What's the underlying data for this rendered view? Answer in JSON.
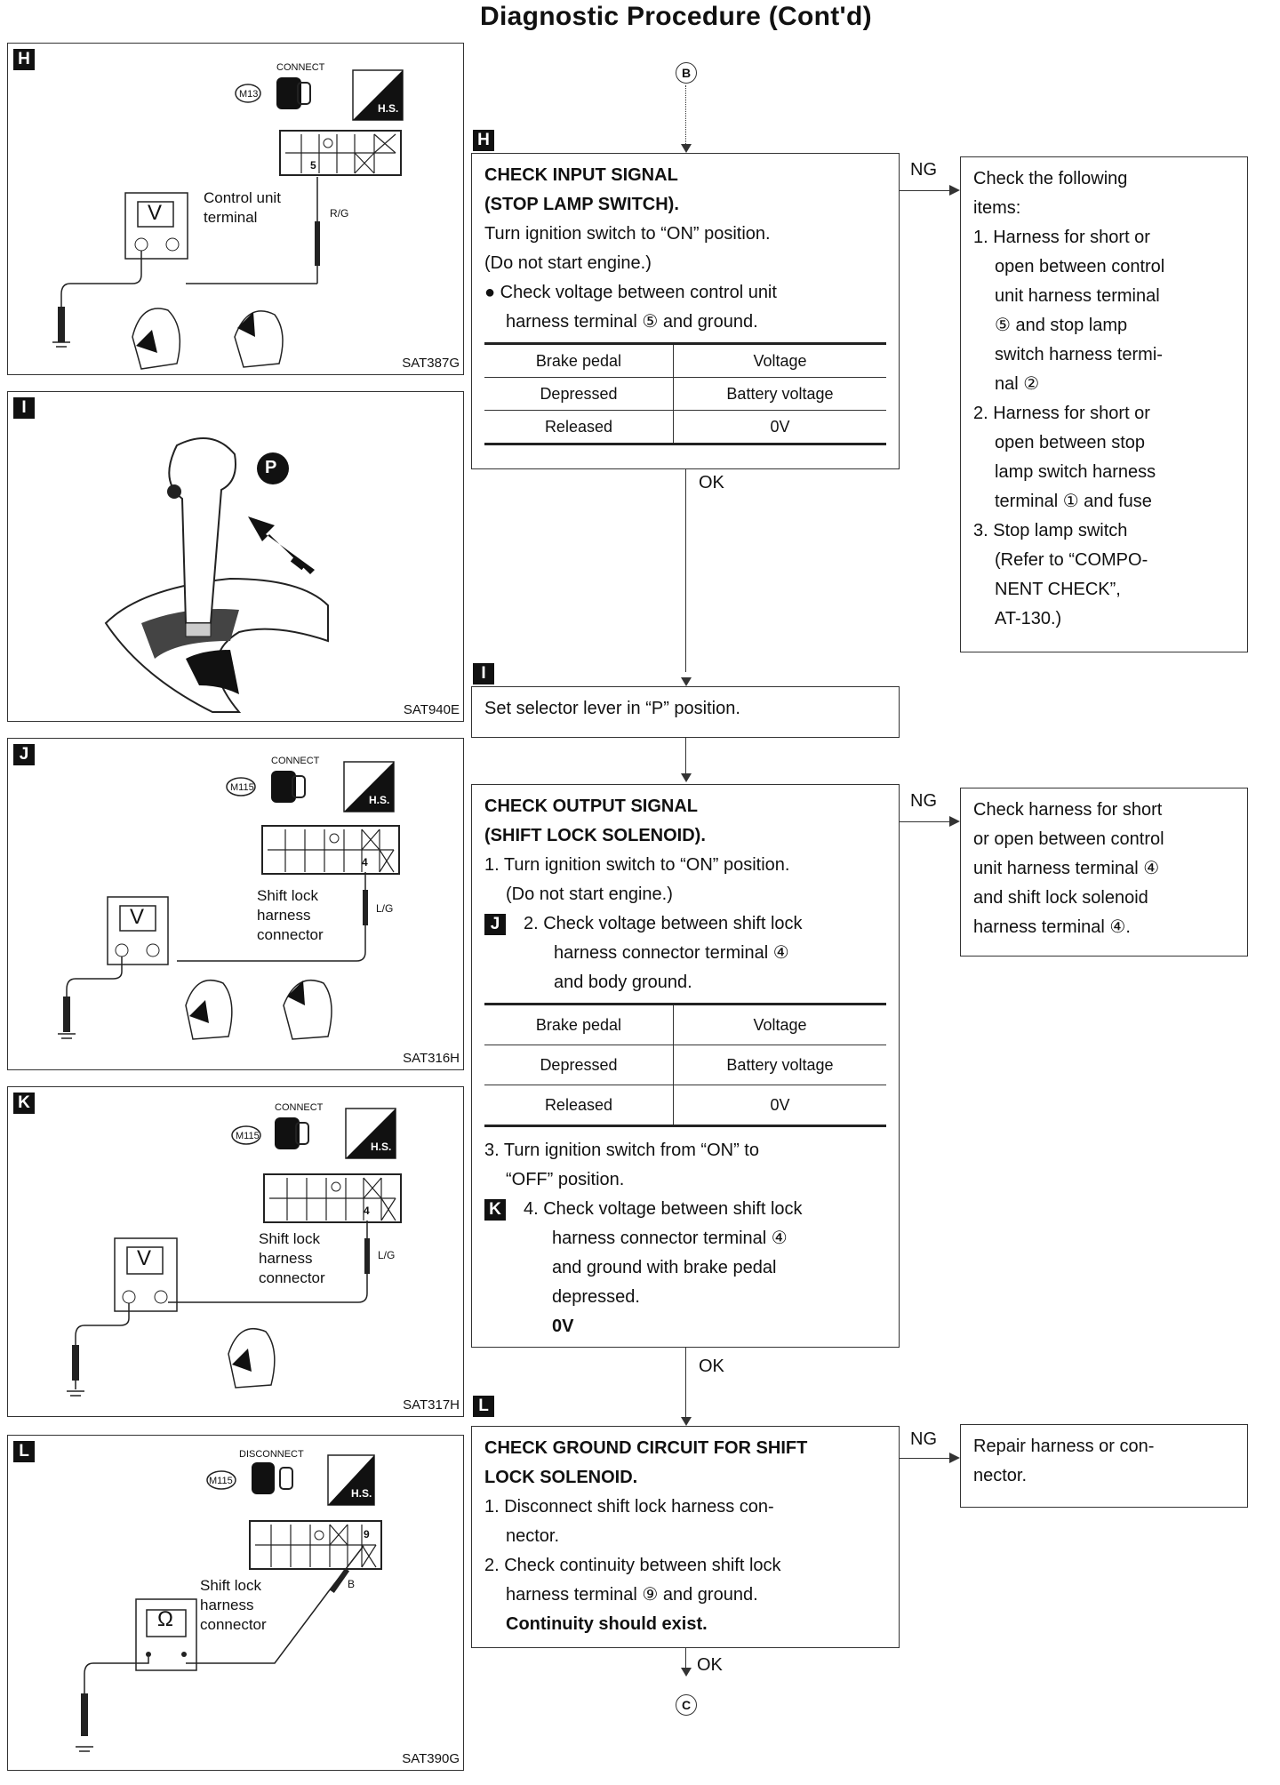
{
  "page": {
    "title": "Diagnostic Procedure (Cont'd)"
  },
  "connectors": {
    "top": "B",
    "bottom": "C"
  },
  "panels": {
    "h": {
      "tag": "H",
      "code": "SAT387G",
      "connect": "CONNECT",
      "conn_id": "M13",
      "hs": "H.S.",
      "pin": "5",
      "wire": "R/G",
      "label": "Control unit\nterminal",
      "meter": "V"
    },
    "i": {
      "tag": "I",
      "code": "SAT940E",
      "badge": "P"
    },
    "j": {
      "tag": "J",
      "code": "SAT316H",
      "connect": "CONNECT",
      "conn_id": "M115",
      "hs": "H.S.",
      "pin": "4",
      "wire": "L/G",
      "label": "Shift lock\nharness\nconnector",
      "meter": "V"
    },
    "k": {
      "tag": "K",
      "code": "SAT317H",
      "connect": "CONNECT",
      "conn_id": "M115",
      "hs": "H.S.",
      "pin": "4",
      "wire": "L/G",
      "label": "Shift lock\nharness\nconnector",
      "meter": "V"
    },
    "l": {
      "tag": "L",
      "code": "SAT390G",
      "connect": "DISCONNECT",
      "conn_id": "M115",
      "hs": "H.S.",
      "pin": "9",
      "wire": "B",
      "label": "Shift lock\nharness\nconnector",
      "meter": "Ω"
    }
  },
  "flow": {
    "ng": "NG",
    "ok": "OK",
    "step_h": {
      "tag": "H",
      "title1": "CHECK INPUT SIGNAL",
      "title2": "(STOP LAMP SWITCH).",
      "l1": "Turn ignition switch to “ON” position.",
      "l2": "(Do not start engine.)",
      "l3": "● Check voltage between control unit",
      "l4": "harness terminal ⑤ and ground.",
      "table": [
        [
          "Brake pedal",
          "Voltage"
        ],
        [
          "Depressed",
          "Battery voltage"
        ],
        [
          "Released",
          "0V"
        ]
      ]
    },
    "ng_h": {
      "l1": "Check the following",
      "l2": "items:",
      "l3": "1. Harness for short or",
      "l4": "open between control",
      "l5": "unit harness terminal",
      "l6": "⑤ and stop lamp",
      "l7": "switch harness termi-",
      "l8": "nal ②",
      "l9": "2. Harness for short or",
      "l10": "open between stop",
      "l11": "lamp switch harness",
      "l12": "terminal ① and fuse",
      "l13": "3. Stop lamp switch",
      "l14": "(Refer to “COMPO-",
      "l15": "NENT CHECK”,",
      "l16": "AT-130.)"
    },
    "step_i": {
      "tag": "I",
      "text": "Set selector lever in “P” position."
    },
    "step_j": {
      "title1": "CHECK OUTPUT SIGNAL",
      "title2": "(SHIFT LOCK SOLENOID).",
      "l1": "1. Turn ignition switch to “ON” position.",
      "l2": "(Do not start engine.)",
      "tag_j": "J",
      "l3": "2. Check voltage between shift lock",
      "l4": "harness connector terminal ④",
      "l5": "and body ground.",
      "table": [
        [
          "Brake pedal",
          "Voltage"
        ],
        [
          "Depressed",
          "Battery voltage"
        ],
        [
          "Released",
          "0V"
        ]
      ],
      "l6": "3. Turn ignition switch from “ON” to",
      "l7": "“OFF” position.",
      "tag_k": "K",
      "l8": "4. Check voltage between shift lock",
      "l9": "harness connector terminal ④",
      "l10": "and ground with brake pedal",
      "l11": "depressed.",
      "l12": "0V"
    },
    "ng_j": {
      "l1": "Check harness for short",
      "l2": "or open between control",
      "l3": "unit harness terminal ④",
      "l4": "and shift lock solenoid",
      "l5": "harness terminal ④."
    },
    "step_l": {
      "tag": "L",
      "title1": "CHECK GROUND CIRCUIT FOR SHIFT",
      "title2": "LOCK SOLENOID.",
      "l1": "1. Disconnect shift lock harness con-",
      "l2": "nector.",
      "l3": "2. Check continuity between shift lock",
      "l4": "harness terminal ⑨ and ground.",
      "l5": "Continuity should exist."
    },
    "ng_l": {
      "l1": "Repair harness or con-",
      "l2": "nector."
    }
  }
}
